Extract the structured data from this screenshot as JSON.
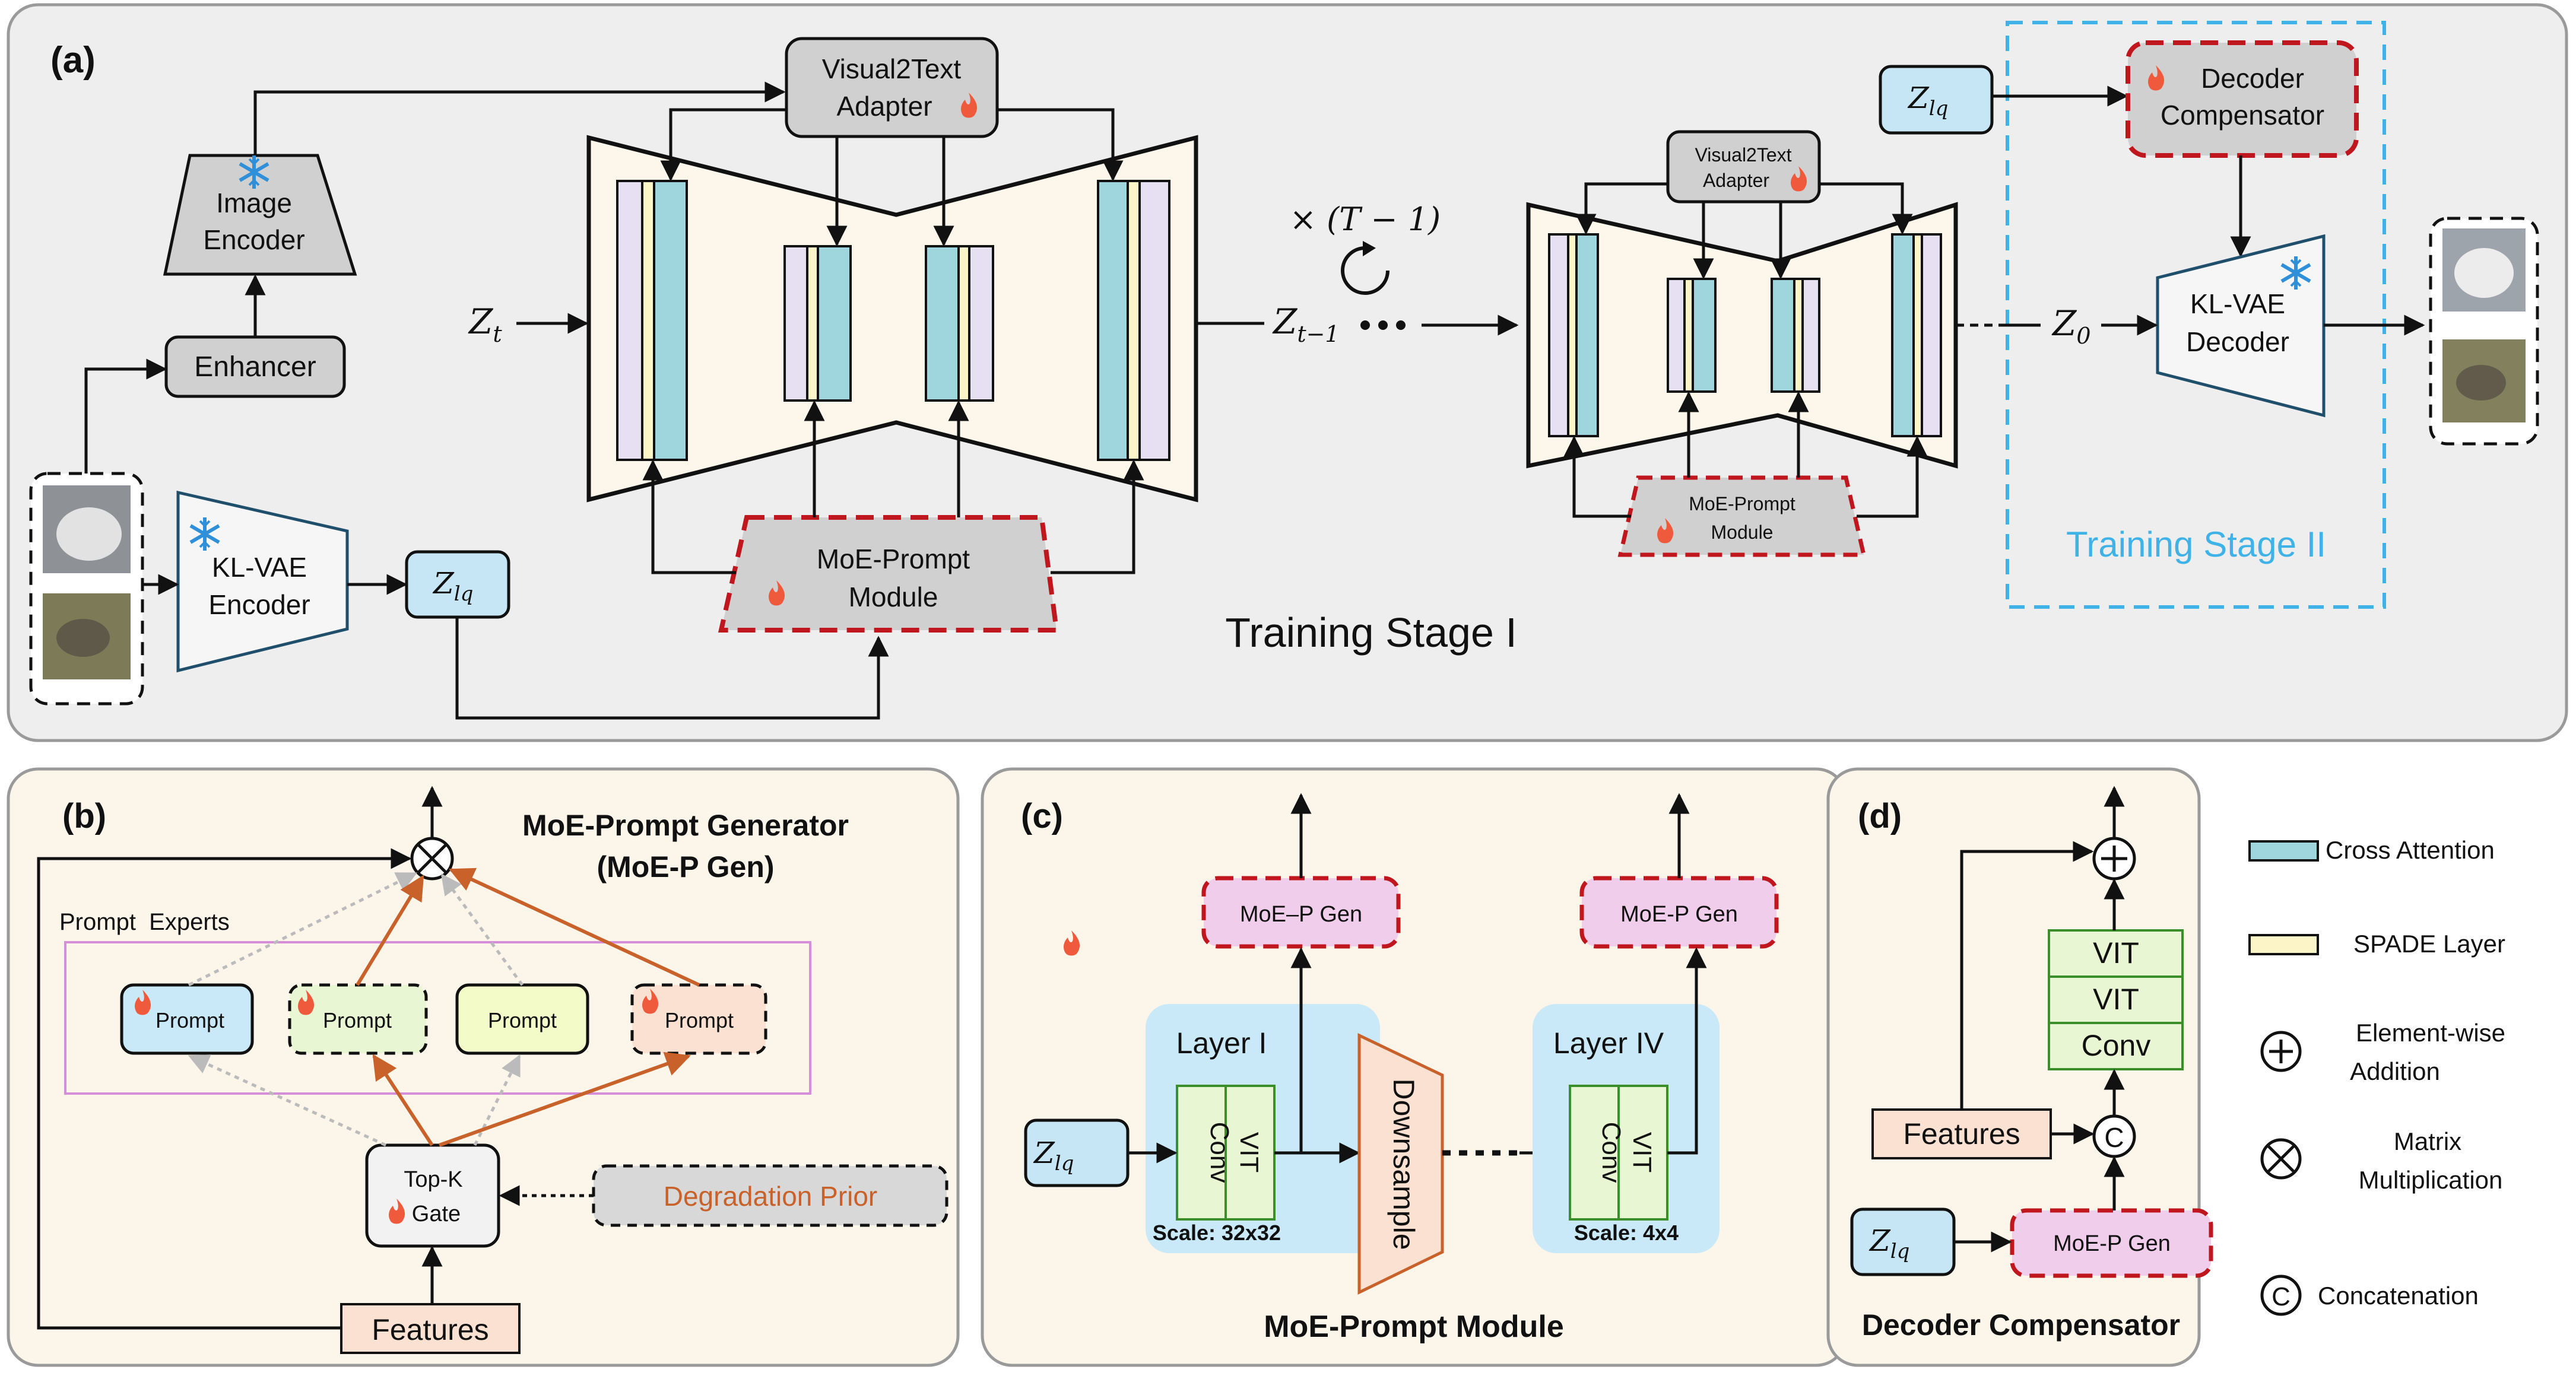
{
  "panel_a": {
    "label": "(a)",
    "image_encoder": [
      "Image",
      "Encoder"
    ],
    "enhancer": "Enhancer",
    "kl_vae_encoder": [
      "KL-VAE",
      "Encoder"
    ],
    "z_lq": "Z",
    "z_lq_sub": "lq",
    "z_t": "Z",
    "z_t_sub": "t",
    "z_t1": "Z",
    "z_t1_sub": "t−1",
    "z_0": "Z",
    "z_0_sub": "0",
    "repeat": "× (T − 1)",
    "visual2text": [
      "Visual2Text",
      "Adapter"
    ],
    "moe_prompt_module": [
      "MoE-Prompt",
      "Module"
    ],
    "visual2text_small": [
      "Visual2Text",
      "Adapter"
    ],
    "moe_prompt_small": [
      "MoE-Prompt",
      "Module"
    ],
    "decoder_compensator": [
      "Decoder",
      "Compensator"
    ],
    "kl_vae_decoder": [
      "KL-VAE",
      "Decoder"
    ],
    "stage1": "Training Stage I",
    "stage2": "Training Stage II"
  },
  "panel_b": {
    "label": "(b)",
    "title": [
      "MoE-Prompt Generator",
      "(MoE-P Gen)"
    ],
    "experts": "Prompt  Experts",
    "prompt": "Prompt",
    "gate": [
      "Top-K",
      "Gate"
    ],
    "prior": "Degradation Prior",
    "features": "Features"
  },
  "panel_c": {
    "label": "(c)",
    "gen1": "MoE–P Gen",
    "gen2": "MoE-P Gen",
    "layer1": "Layer I",
    "layer4": "Layer IV",
    "conv": "Conv",
    "vit": "VIT",
    "downsample": "Downsample",
    "scale1": "Scale: 32x32",
    "scale4": "Scale: 4x4",
    "z_lq": "Z",
    "z_lq_sub": "lq",
    "title": "MoE-Prompt Module"
  },
  "panel_d": {
    "label": "(d)",
    "vit1": "VIT",
    "vit2": "VIT",
    "conv": "Conv",
    "features": "Features",
    "gen": "MoE-P Gen",
    "z_lq": "Z",
    "z_lq_sub": "lq",
    "title": "Decoder Compensator"
  },
  "legend": {
    "cross_attention": "Cross Attention",
    "spade": "SPADE Layer",
    "add": [
      "Element-wise",
      "Addition"
    ],
    "matmul": [
      "Matrix",
      "Multiplication"
    ],
    "concat": "Concatenation"
  },
  "colors": {
    "cross_attention": "#9fd5dc",
    "spade": "#fbf5c8",
    "lavender": "#e6e0f2",
    "gray_box": "#d0d0d0",
    "dash_red": "#c0161d",
    "stage2_blue": "#3fb3e8",
    "zbox": "#c7e6f5",
    "pink": "#f0cdea",
    "peach": "#fbe1d2",
    "green": "#e8f6d4",
    "light_blue": "#c9e9f8",
    "orange": "#c8622a"
  }
}
